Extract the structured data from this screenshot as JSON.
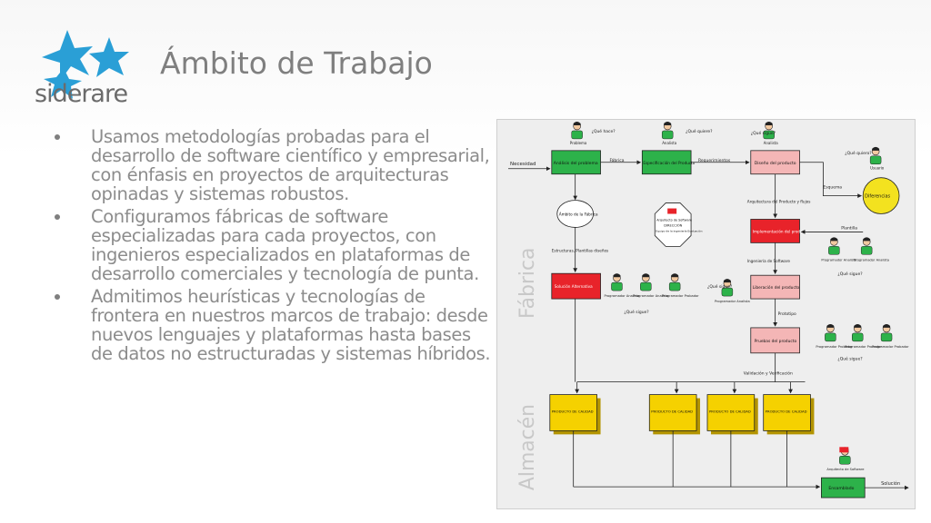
{
  "brand": {
    "name": "siderare",
    "colors": {
      "logo": "#2a9fd6",
      "text": "#6b6b6b"
    }
  },
  "title": "Ámbito de Trabajo",
  "bullets": [
    "Usamos metodologías probadas para el desarrollo de software científico y empresarial, con énfasis en proyectos de arquitecturas opinadas y sistemas robustos.",
    "Configuramos fábricas de software especializadas para cada proyectos, con ingenieros especializados en plataformas de desarrollo comerciales y tecnología de punta.",
    "Admitimos heurísticas y tecnologías de frontera en nuestros marcos de trabajo: desde nuevos lenguajes y plataformas hasta bases de datos no estructuradas y sistemas híbridos."
  ],
  "diagram": {
    "section_fabrica": "Fábrica",
    "section_almacen": "Almacén",
    "input": "Necesidad",
    "output": "Solución",
    "nodes": {
      "analisis": "Análisis del problema",
      "especificacion": "Especificación del Producto",
      "diseno": "Diseño del producto",
      "diferencias": "Diferencias",
      "ambito": "Ámbito de la Fábrica",
      "arquitecto": "Arquitecto de Software",
      "direccion": "DIRECCIÓN",
      "direccion_sub": "Equipo de la ingeniería Evaluación",
      "implementacion": "Implementación del producto",
      "solucion_alt": "Solución Alternativa",
      "liberacion": "Liberación del producto",
      "pruebas": "Pruebas del producto",
      "producto": "PRODUCTO DE CALIDAD",
      "ensamblado": "Ensamblado"
    },
    "edges": {
      "fabrica": "Fábrica",
      "requerimientos": "Requerimientos",
      "arquitectura": "Arquitectura del Producto y flujos",
      "esquema": "Esquema",
      "plantilla": "Plantilla",
      "estructuras": "Estructuras, Plantillas diseños",
      "ingenieria": "Ingeniería de Software",
      "prototipo": "Prototipo",
      "validacion": "Validación y Verificación"
    },
    "roles": {
      "problema": "Problema",
      "analista": "Analista",
      "usuario": "Usuario",
      "programador_analista": "Programador Analista",
      "programador_probador": "Programador Probador",
      "arquitecto": "Arquitecto de Software"
    },
    "questions": {
      "que_hace": "¿Qué hace?",
      "que_quiere": "¿Qué quiere?",
      "que_sigue": "¿Qué sigue?",
      "que_quiero": "¿Qué quiero?"
    },
    "colors": {
      "green": "#2db24a",
      "red": "#e8232a",
      "pink": "#f4b6b6",
      "yellow": "#f3e21f",
      "box_yellow": "#f5d100",
      "blue_label": "#3b77bb"
    }
  }
}
